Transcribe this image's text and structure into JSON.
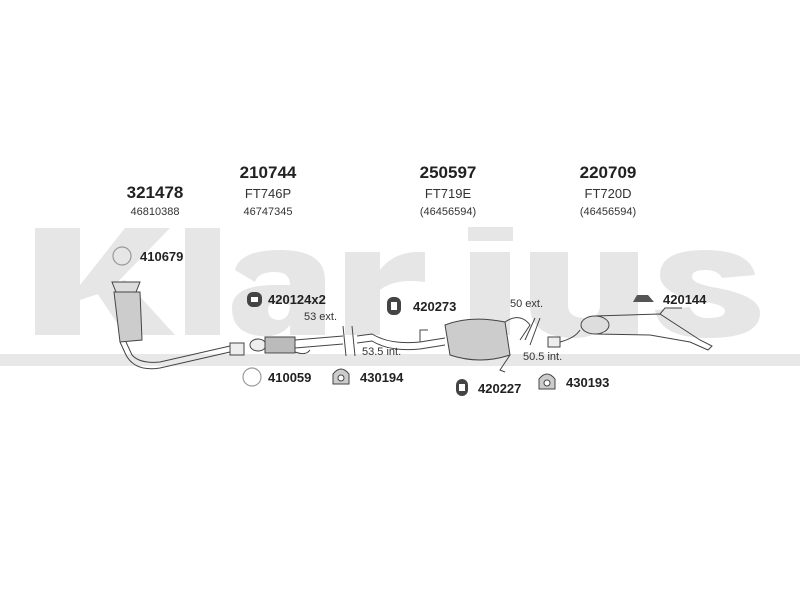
{
  "watermark": "Klarius",
  "parts": [
    {
      "number": "321478",
      "code": "",
      "oem": "46810388"
    },
    {
      "number": "210744",
      "code": "FT746P",
      "oem": "46747345"
    },
    {
      "number": "250597",
      "code": "FT719E",
      "oem": "(46456594)"
    },
    {
      "number": "220709",
      "code": "FT720D",
      "oem": "(46456594)"
    }
  ],
  "accessories": [
    {
      "number": "410679",
      "icon": "gasket-ring-icon"
    },
    {
      "number": "420124x2",
      "icon": "rubber-hanger-icon"
    },
    {
      "number": "410059",
      "icon": "gasket-ring-icon"
    },
    {
      "number": "430194",
      "icon": "clamp-icon"
    },
    {
      "number": "420273",
      "icon": "rubber-hanger-icon"
    },
    {
      "number": "420227",
      "icon": "rubber-hanger-icon"
    },
    {
      "number": "430193",
      "icon": "clamp-icon"
    },
    {
      "number": "420144",
      "icon": "mounting-bracket-icon"
    }
  ],
  "dimensions": {
    "d1": "53 ext.",
    "d2": "53.5 int.",
    "d3": "50 ext.",
    "d4": "50.5 int."
  }
}
